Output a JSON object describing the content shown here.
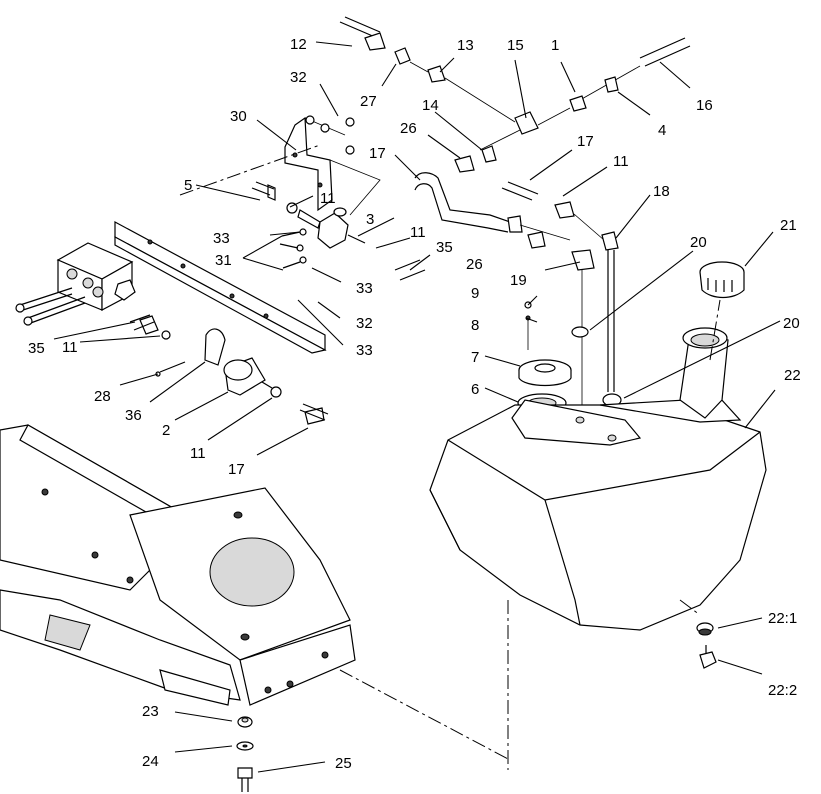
{
  "callouts": {
    "c1": "1",
    "c2": "2",
    "c3": "3",
    "c4": "4",
    "c5": "5",
    "c6": "6",
    "c7": "7",
    "c8": "8",
    "c9": "9",
    "c11a": "11",
    "c11b": "11",
    "c11c": "11",
    "c11d": "11",
    "c11e": "11",
    "c12": "12",
    "c13": "13",
    "c14": "14",
    "c15": "15",
    "c16": "16",
    "c17a": "17",
    "c17b": "17",
    "c17c": "17",
    "c18": "18",
    "c19": "19",
    "c20a": "20",
    "c20b": "20",
    "c21": "21",
    "c22": "22",
    "c22_1": "22:1",
    "c22_2": "22:2",
    "c23": "23",
    "c24": "24",
    "c25": "25",
    "c26a": "26",
    "c26b": "26",
    "c27": "27",
    "c28": "28",
    "c30": "30",
    "c31": "31",
    "c32a": "32",
    "c32b": "32",
    "c33a": "33",
    "c33b": "33",
    "c33c": "33",
    "c35a": "35",
    "c35b": "35",
    "c36": "36"
  }
}
